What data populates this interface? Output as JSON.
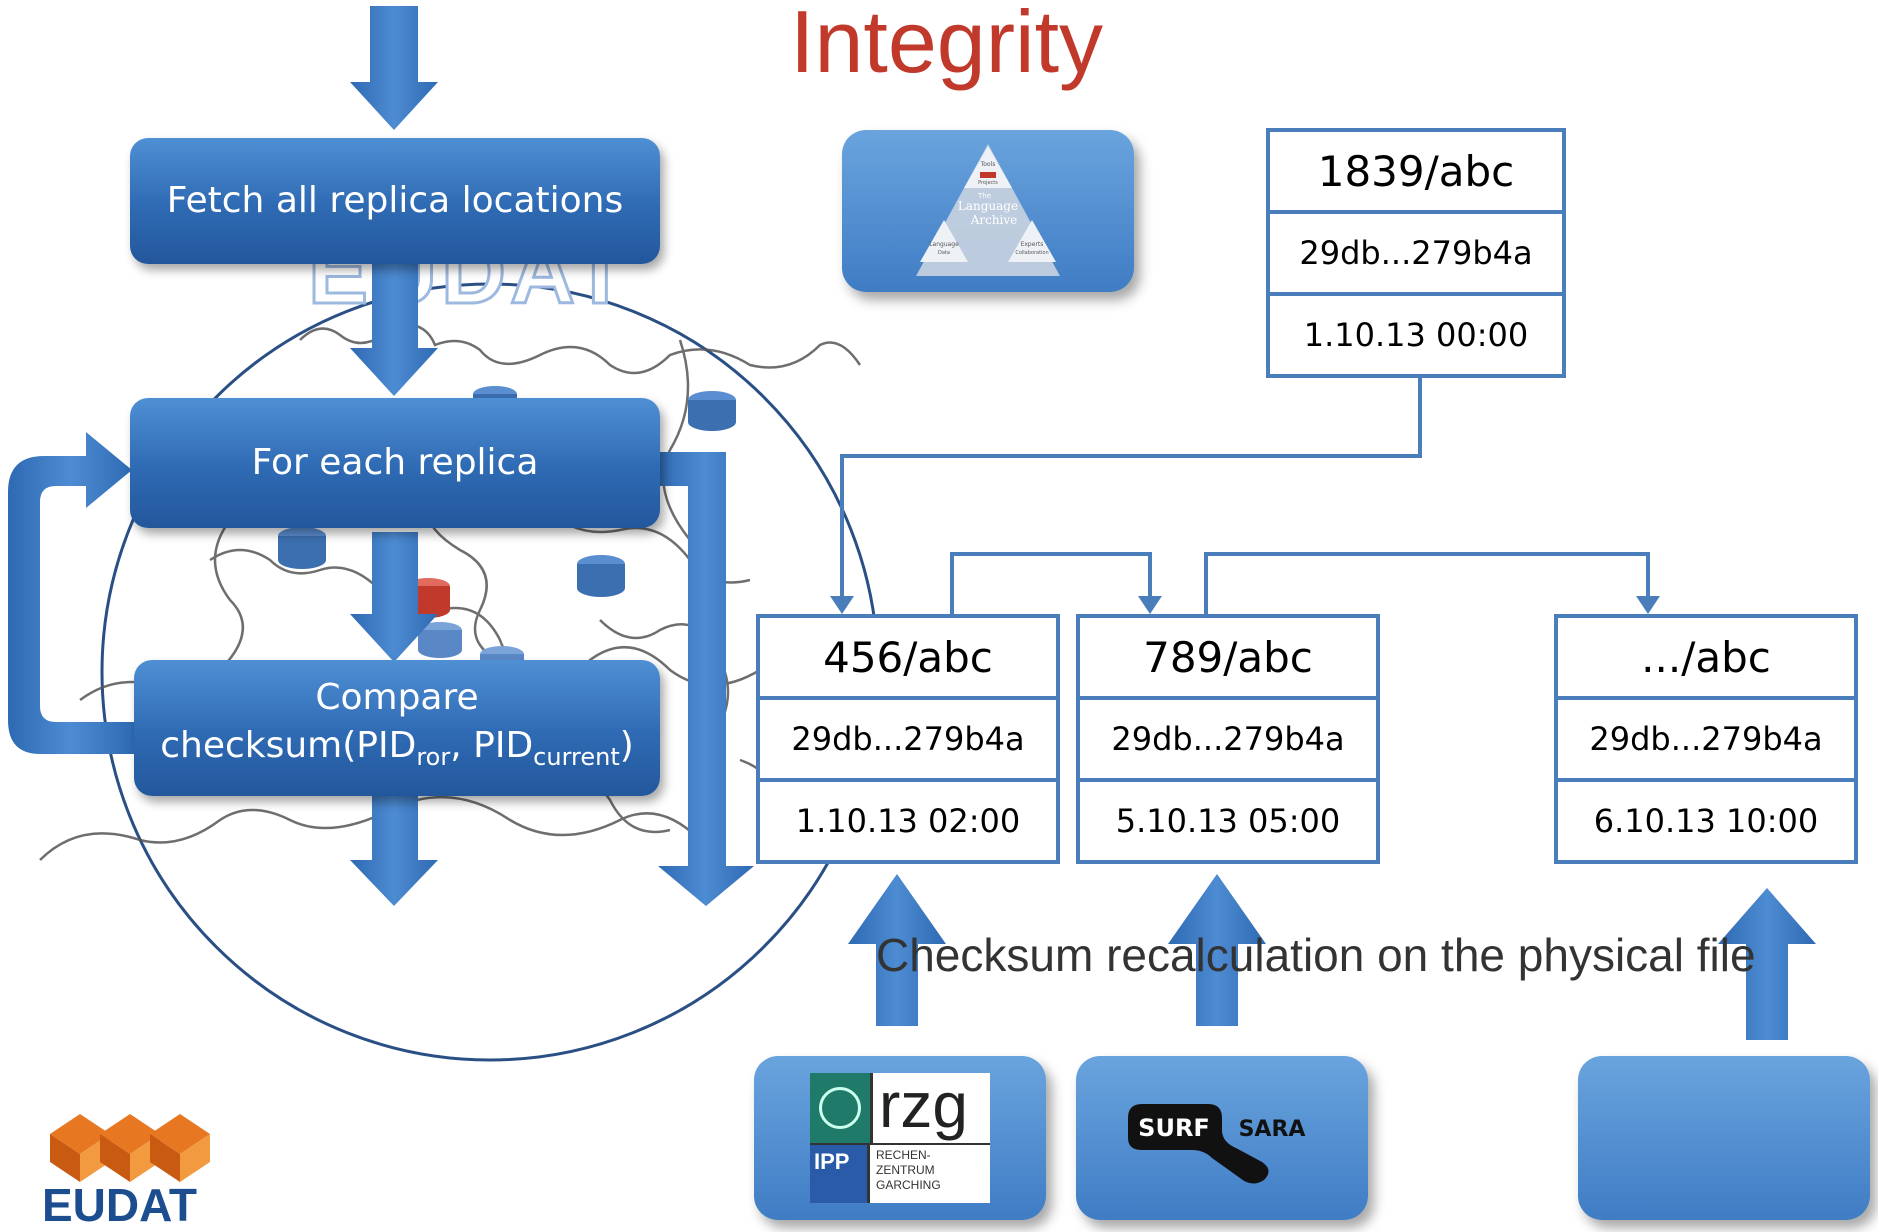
{
  "title": "Integrity",
  "workflow": {
    "step1": "Fetch all replica locations",
    "step2": "For each replica",
    "step3_line1": "Compare",
    "step3_prefix": "checksum(PID",
    "step3_sub1": "ror",
    "step3_mid": ", PID",
    "step3_sub2": "current",
    "step3_suffix": ")"
  },
  "watermark": "EUDAT",
  "root_pid": {
    "id": "1839/abc",
    "checksum": "29db...279b4a",
    "timestamp": "1.10.13 00:00"
  },
  "replicas": [
    {
      "id": "456/abc",
      "checksum": "29db...279b4a",
      "timestamp": "1.10.13 02:00"
    },
    {
      "id": "789/abc",
      "checksum": "29db...279b4a",
      "timestamp": "5.10.13 05:00"
    },
    {
      "id": ".../abc",
      "checksum": "29db...279b4a",
      "timestamp": "6.10.13 10:00"
    }
  ],
  "recalc_label": "Checksum recalculation on the physical file",
  "logos": {
    "language_archive": {
      "line1": "The",
      "line2": "Language",
      "line3": "Archive",
      "tools": "Tools",
      "projects": "Projects",
      "lang_data1": "Language",
      "lang_data2": "Data",
      "experts1": "Experts",
      "experts2": "Collaboration"
    },
    "rzg": {
      "big": "rzg",
      "ipp": "IPP",
      "line1": "RECHEN-",
      "line2": "ZENTRUM",
      "line3": "GARCHING"
    },
    "surfsara": {
      "surf": "SURF",
      "sara": "SARA"
    }
  },
  "brand": {
    "name": "EUDAT"
  },
  "colors": {
    "title": "#c0392b",
    "flow_blue": "#2e6ab3",
    "line_blue": "#4a7ebb",
    "db_blue": "#3c6fb0",
    "db_red": "#c0392b"
  }
}
